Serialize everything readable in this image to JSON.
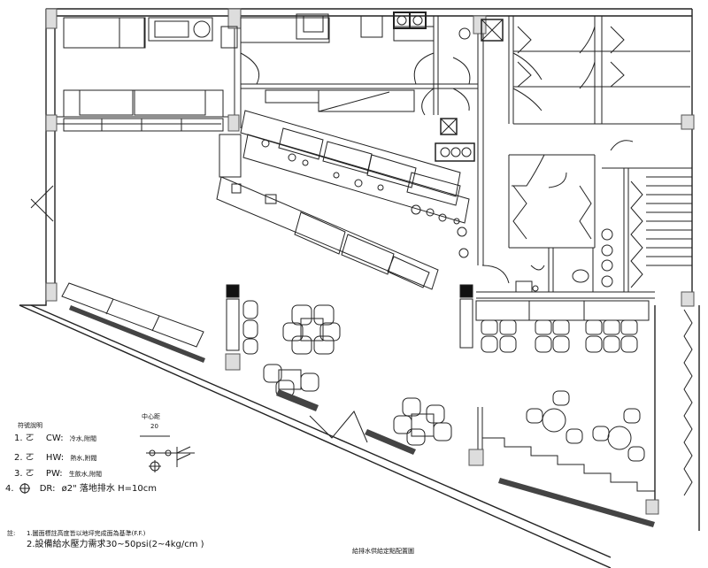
{
  "legend": {
    "heading": "符號說明",
    "items": [
      {
        "num": "1.",
        "sym": "ㄛ",
        "code": "CW:",
        "desc": "冷水,附閥"
      },
      {
        "num": "2.",
        "sym": "ㄛ",
        "code": "HW:",
        "desc": "熱水,附閥"
      },
      {
        "num": "3.",
        "sym": "ㄛ",
        "code": "PW:",
        "desc": "生飲水,附閥"
      },
      {
        "num": "4.",
        "sym": "",
        "code": "DR:",
        "desc": "ø2\"  落地排水  H=10cm"
      }
    ],
    "center_label": "中心距",
    "center_value": "20"
  },
  "notes": {
    "prefix": "註:",
    "lines": [
      "1.圖面標註高度皆以地坪完成面為基準(F.F.)",
      "2.設備給水壓力需求30~50psi(2~4kg/cm  )"
    ]
  },
  "drawing_title": "給排水供給定點配置圖"
}
